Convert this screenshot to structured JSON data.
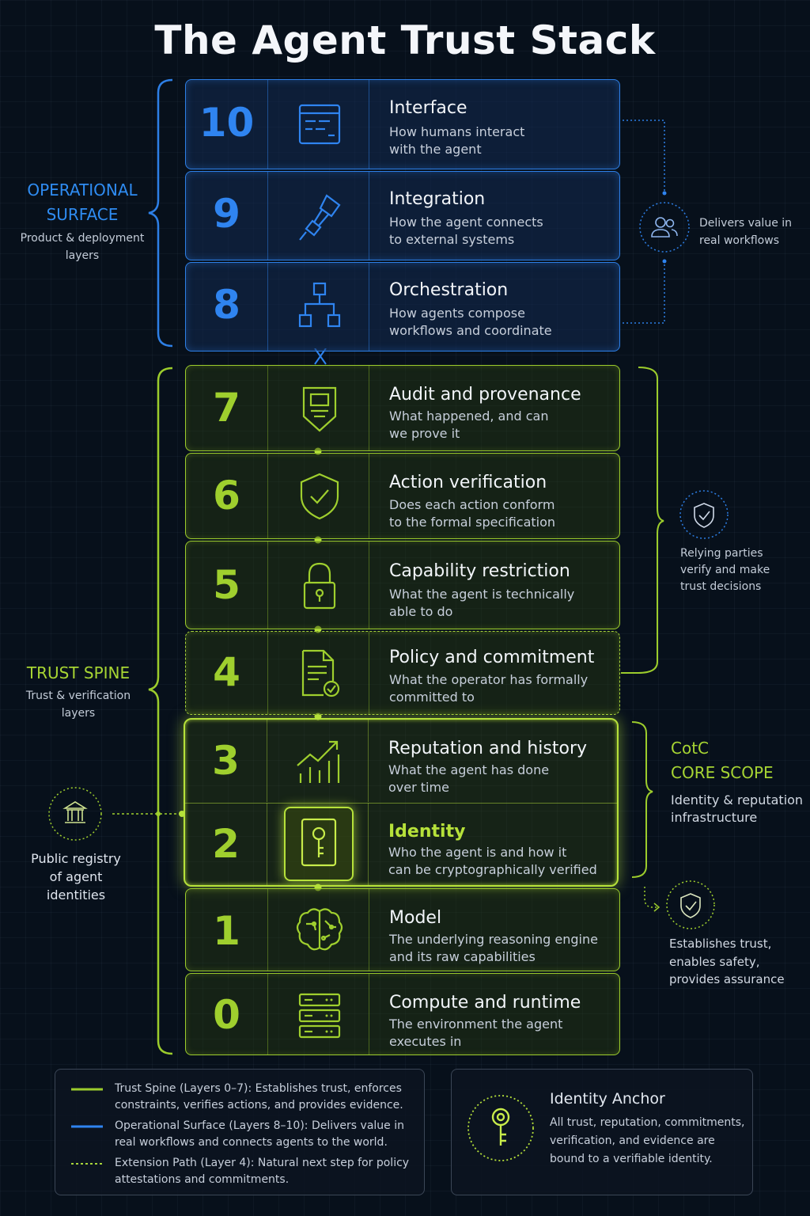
{
  "title": "The Agent Trust Stack",
  "layers": [
    {
      "num": "10",
      "title": "Interface",
      "desc1": "How humans interact",
      "desc2": "with the agent",
      "icon": "window-icon"
    },
    {
      "num": "9",
      "title": "Integration",
      "desc1": "How the agent connects",
      "desc2": "to external systems",
      "icon": "plug-icon"
    },
    {
      "num": "8",
      "title": "Orchestration",
      "desc1": "How agents compose",
      "desc2": "workflows and coordinate",
      "icon": "hierarchy-icon"
    },
    {
      "num": "7",
      "title": "Audit and provenance",
      "desc1": "What happened, and can",
      "desc2": "we prove it",
      "icon": "badge-document-icon"
    },
    {
      "num": "6",
      "title": "Action verification",
      "desc1": "Does each action conform",
      "desc2": "to the formal specification",
      "icon": "shield-check-icon"
    },
    {
      "num": "5",
      "title": "Capability restriction",
      "desc1": "What the agent is technically",
      "desc2": "able to do",
      "icon": "padlock-icon"
    },
    {
      "num": "4",
      "title": "Policy and commitment",
      "desc1": "What the operator has formally",
      "desc2": "committed to",
      "icon": "document-check-icon"
    },
    {
      "num": "3",
      "title": "Reputation and history",
      "desc1": "What the agent has done",
      "desc2": "over time",
      "icon": "growth-chart-icon"
    },
    {
      "num": "2",
      "title": "Identity",
      "desc1": "Who the agent is and how it",
      "desc2": "can be cryptographically verified",
      "icon": "key-icon"
    },
    {
      "num": "1",
      "title": "Model",
      "desc1": "The underlying reasoning engine",
      "desc2": "and its raw capabilities",
      "icon": "brain-icon"
    },
    {
      "num": "0",
      "title": "Compute and runtime",
      "desc1": "The environment the agent",
      "desc2": "executes in",
      "icon": "server-icon"
    }
  ],
  "operational": {
    "line1": "OPERATIONAL",
    "line2": "SURFACE",
    "sub1": "Product & deployment",
    "sub2": "layers"
  },
  "trust_spine": {
    "head": "TRUST SPINE",
    "sub1": "Trust & verification",
    "sub2": "layers"
  },
  "registry": {
    "line1": "Public registry",
    "line2": "of agent",
    "line3": "identities"
  },
  "delivers": {
    "line1": "Delivers value in",
    "line2": "real workflows"
  },
  "relying": {
    "line1": "Relying parties",
    "line2": "verify and make",
    "line3": "trust decisions"
  },
  "cotc": {
    "line1": "CotC",
    "line2": "CORE SCOPE",
    "sub1": "Identity & reputation",
    "sub2": "infrastructure"
  },
  "establishes": {
    "line1": "Establishes trust,",
    "line2": "enables safety,",
    "line3": "provides assurance"
  },
  "legend": [
    {
      "a": "Trust Spine (Layers 0–7): Establishes trust, enforces",
      "b": "constraints, verifies actions, and provides evidence."
    },
    {
      "a": "Operational Surface (Layers 8–10): Delivers value in",
      "b": "real workflows and connects agents to the world."
    },
    {
      "a": "Extension Path (Layer 4): Natural next step for policy",
      "b": "attestations and commitments."
    }
  ],
  "anchor": {
    "title": "Identity Anchor",
    "l1": "All trust, reputation, commitments,",
    "l2": "verification, and evidence are",
    "l3": "bound to a verifiable identity."
  },
  "colors": {
    "blue": "#2f84f0",
    "green": "#9fcf2e",
    "core": "#b6e13a",
    "background": "#07101b"
  }
}
